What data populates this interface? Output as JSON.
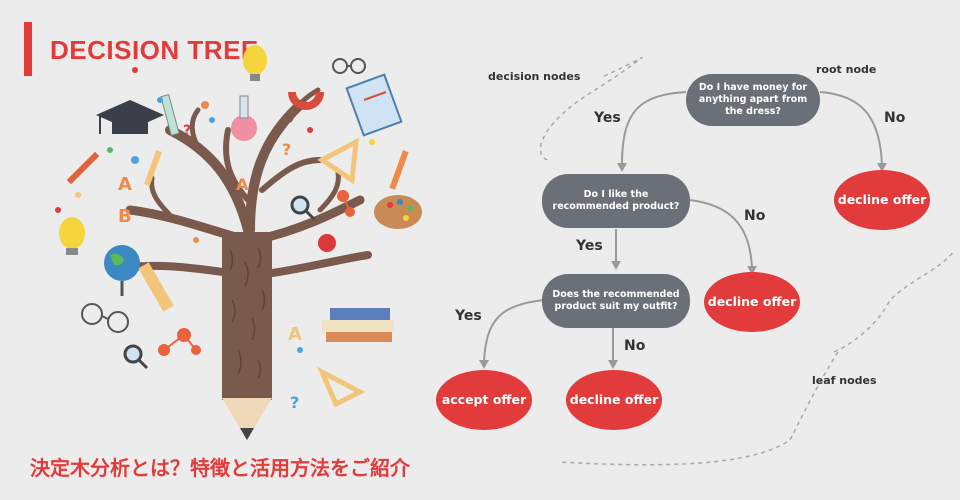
{
  "header": {
    "title": "DECISION TREE"
  },
  "footer": {
    "subtitle": "決定木分析とは？特徴と活用方法をご紹介"
  },
  "diagram": {
    "annotations": {
      "decision_nodes": "decision nodes",
      "root_node": "root node",
      "leaf_nodes": "leaf nodes"
    },
    "nodes": {
      "root": "Do I have money for anything apart from the dress?",
      "like": "Do I like the recommended product?",
      "suit": "Does the recommended product suit my outfit?"
    },
    "leaves": {
      "decline_root": "decline offer",
      "decline_like": "decline offer",
      "accept_suit": "accept offer",
      "decline_suit": "decline offer"
    },
    "edges": {
      "yes1": "Yes",
      "no1": "No",
      "yes2": "Yes",
      "no2": "No",
      "yes3": "Yes",
      "no3": "No"
    }
  },
  "illustration": {
    "letters": [
      "A",
      "B",
      "A",
      "A"
    ],
    "question_marks": [
      "?",
      "?",
      "?"
    ]
  },
  "colors": {
    "accent": "#e23b3b",
    "node_gray": "#6b6f78",
    "background": "#ececec",
    "trunk": "#7a5a4c"
  }
}
